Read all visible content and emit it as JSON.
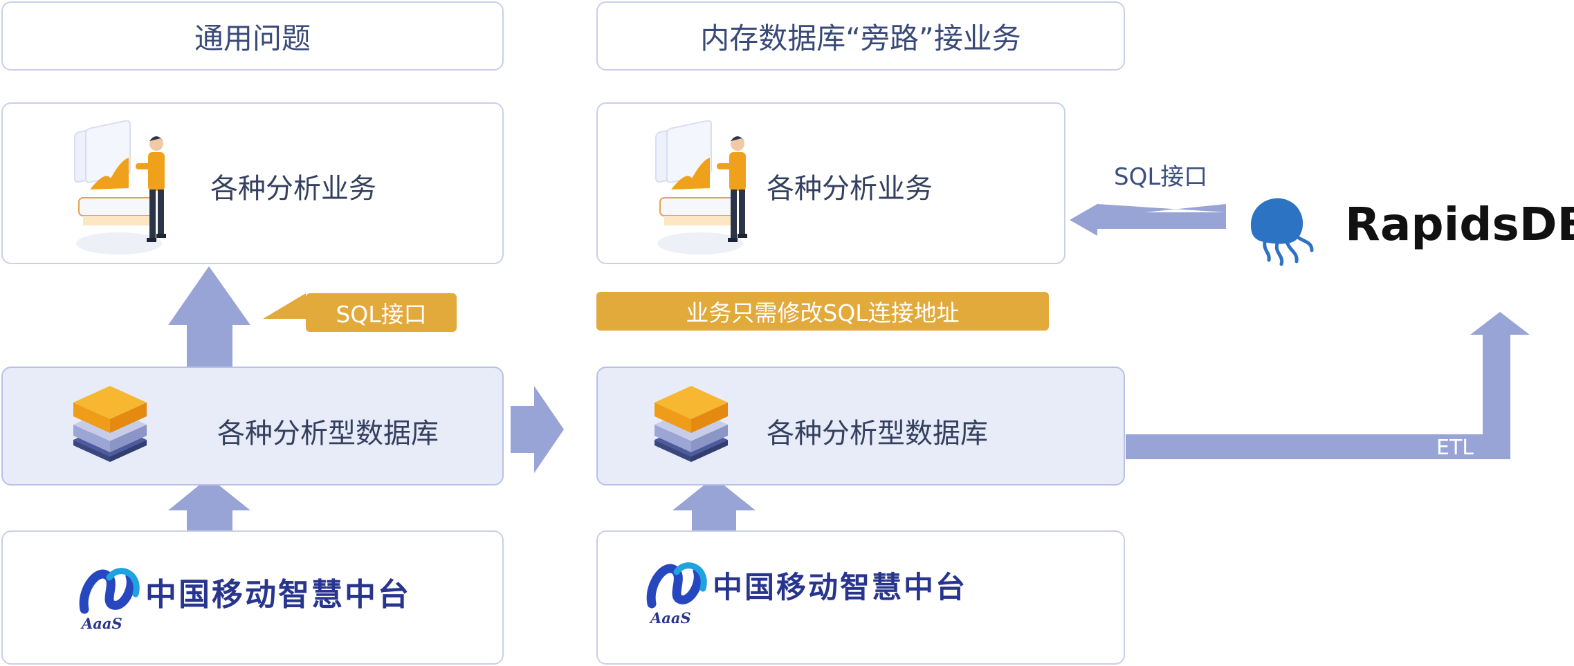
{
  "left": {
    "header": "通用问题",
    "app_label": "各种分析业务",
    "db_label": "各种分析型数据库",
    "sql_tag": "SQL接口",
    "logo_text": "中国移动智慧中台",
    "logo_sub": "AaaS"
  },
  "right": {
    "header": "内存数据库“旁路”接业务",
    "app_label": "各种分析业务",
    "db_label": "各种分析型数据库",
    "banner": "业务只需修改SQL连接地址",
    "logo_text": "中国移动智慧中台",
    "logo_sub": "AaaS",
    "sql_label": "SQL接口",
    "etl_label": "ETL",
    "brand": "RapidsDB"
  },
  "colors": {
    "arrow": "#99a4d6",
    "accent": "#e2a93b",
    "box_border": "#c9cfe8",
    "box_fill_blue": "#e8ebf8",
    "logo_blue": "#28358f",
    "brand_blue": "#2c73c3"
  },
  "icons": [
    "person-at-desk-icon",
    "database-stack-icon",
    "china-mobile-logo-icon",
    "jellyfish-logo-icon"
  ]
}
